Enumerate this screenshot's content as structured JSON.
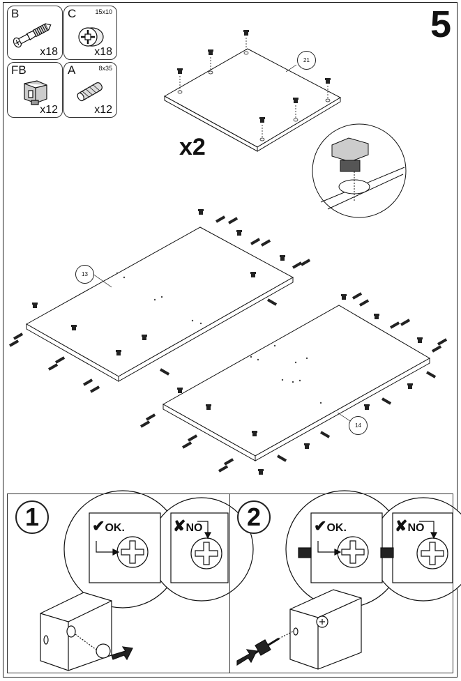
{
  "step_number": "5",
  "parts": [
    {
      "letter": "B",
      "size": "",
      "qty": "x18",
      "icon": "cam-bolt-icon"
    },
    {
      "letter": "C",
      "size": "15x10",
      "qty": "x18",
      "icon": "cam-lock-icon"
    },
    {
      "letter": "FB",
      "size": "",
      "qty": "x12",
      "icon": "connector-icon"
    },
    {
      "letter": "A",
      "size": "8x35",
      "qty": "x12",
      "icon": "wood-dowel-icon"
    }
  ],
  "multiplier": "x2",
  "callouts": {
    "panel_21": "21",
    "panel_13": "13",
    "panel_14": "14"
  },
  "steps": [
    {
      "number": "1",
      "ok": "OK.",
      "no": "NO"
    },
    {
      "number": "2",
      "ok": "OK.",
      "no": "NO"
    }
  ]
}
